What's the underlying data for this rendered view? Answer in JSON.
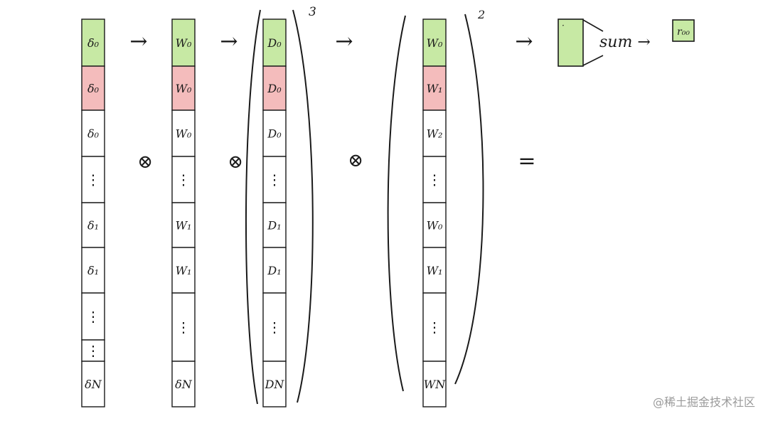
{
  "colors": {
    "green": "#c7e9a4",
    "red": "#f4bcbc",
    "stroke": "#1a1a1a"
  },
  "vectors": [
    {
      "id": "delta",
      "cells": [
        {
          "label": "δ₀",
          "color": "green"
        },
        {
          "label": "δ₀",
          "color": "red"
        },
        {
          "label": "δ₀",
          "color": "white"
        },
        {
          "label": "⋮",
          "color": "white"
        },
        {
          "label": "δ₁",
          "color": "white"
        },
        {
          "label": "δ₁",
          "color": "white"
        },
        {
          "label": "⋮",
          "color": "white"
        },
        {
          "label": "⋮",
          "color": "white"
        },
        {
          "label": "δN",
          "color": "white"
        }
      ]
    },
    {
      "id": "w-first",
      "cells": [
        {
          "label": "W₀",
          "color": "green"
        },
        {
          "label": "W₀",
          "color": "red"
        },
        {
          "label": "W₀",
          "color": "white"
        },
        {
          "label": "⋮",
          "color": "white"
        },
        {
          "label": "W₁",
          "color": "white"
        },
        {
          "label": "W₁",
          "color": "white"
        },
        {
          "label": "⋮",
          "color": "white"
        },
        {
          "label": "δN",
          "color": "white"
        }
      ]
    },
    {
      "id": "d",
      "cells": [
        {
          "label": "D₀",
          "color": "green"
        },
        {
          "label": "D₀",
          "color": "red"
        },
        {
          "label": "D₀",
          "color": "white"
        },
        {
          "label": "⋮",
          "color": "white"
        },
        {
          "label": "D₁",
          "color": "white"
        },
        {
          "label": "D₁",
          "color": "white"
        },
        {
          "label": "⋮",
          "color": "white"
        },
        {
          "label": "DN",
          "color": "white"
        }
      ]
    },
    {
      "id": "w-second",
      "cells": [
        {
          "label": "W₀",
          "color": "green"
        },
        {
          "label": "W₁",
          "color": "red"
        },
        {
          "label": "W₂",
          "color": "white"
        },
        {
          "label": "⋮",
          "color": "white"
        },
        {
          "label": "W₀",
          "color": "white"
        },
        {
          "label": "W₁",
          "color": "white"
        },
        {
          "label": "⋮",
          "color": "white"
        },
        {
          "label": "WN",
          "color": "white"
        }
      ]
    }
  ],
  "operators": {
    "arrow": "→",
    "times": "⊗",
    "equals": "="
  },
  "exponents": {
    "d_power": "3",
    "w_power": "2"
  },
  "result": {
    "sum_label": "sum →",
    "output_label": "r₀₀",
    "dot": "·"
  },
  "watermark": "@稀土掘金技术社区"
}
